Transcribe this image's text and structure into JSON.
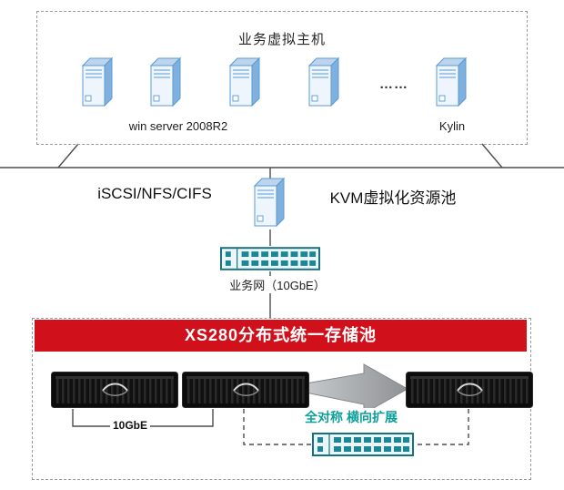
{
  "colors": {
    "banner_red": "#d0111c",
    "accent_teal": "#0f9f98",
    "server_blue": "#5b9bd5",
    "switch_teal": "#1d8696"
  },
  "host_pool": {
    "title": "业务虚拟主机",
    "winserver_label": "win server 2008R2",
    "ellipsis": "……",
    "kylin_label": "Kylin"
  },
  "access": {
    "protocols": "iSCSI/NFS/CIFS",
    "kvm_label": "KVM虚拟化资源池",
    "network_label": "业务网（10GbE）"
  },
  "storage": {
    "banner": "XS280分布式统一存储池",
    "scale_label": "全对称 横向扩展",
    "link_label": "10GbE"
  }
}
